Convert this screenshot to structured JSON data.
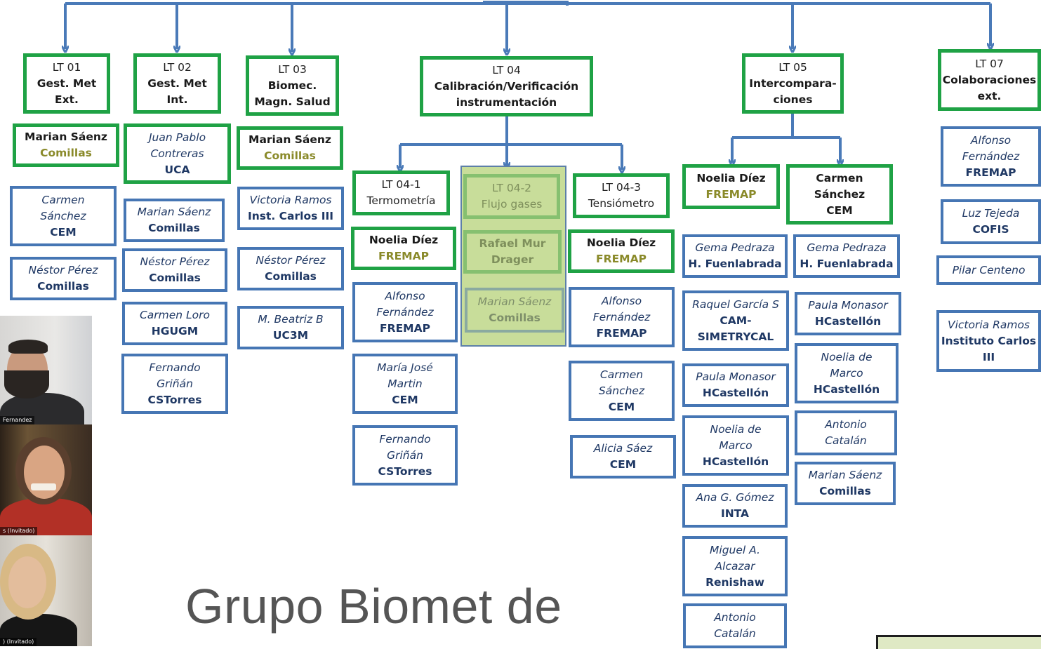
{
  "footer_title": "Grupo Biomet de",
  "colors": {
    "green": "#1fa245",
    "blue": "#4676b4",
    "arrow": "#4a7ab8",
    "faded": "#c8dd9a"
  },
  "units": {
    "lt01": {
      "code": "LT 01",
      "line1": "Gest. Met",
      "line2": "Ext."
    },
    "lt02": {
      "code": "LT 02",
      "line1": "Gest. Met",
      "line2": "Int."
    },
    "lt03": {
      "code": "LT 03",
      "line1": "Biomec.",
      "line2": "Magn. Salud"
    },
    "lt04": {
      "code": "LT 04",
      "line1": "Calibración/Verificación",
      "line2": "instrumentación"
    },
    "lt05": {
      "code": "LT 05",
      "line1": "Intercompara-",
      "line2": "ciones"
    },
    "lt07": {
      "code": "LT 07",
      "line1": "Colaboraciones",
      "line2": "ext."
    },
    "lt041": {
      "code": "LT 04-1",
      "line1": "Termometría"
    },
    "lt042": {
      "code": "LT 04-2",
      "line1": "Flujo gases"
    },
    "lt043": {
      "code": "LT 04-3",
      "line1": "Tensiómetro"
    }
  },
  "people": {
    "lt01_lead": {
      "name": "Marian Sáenz",
      "org": "Comillas"
    },
    "lt01_m1": {
      "l1": "Carmen",
      "l2": "Sánchez",
      "org": "CEM"
    },
    "lt01_m2": {
      "l1": "Néstor Pérez",
      "org": "Comillas"
    },
    "lt02_lead": {
      "l1": "Juan Pablo",
      "l2": "Contreras",
      "org": "UCA"
    },
    "lt02_m1": {
      "l1": "Marian Sáenz",
      "org": "Comillas"
    },
    "lt02_m2": {
      "l1": "Néstor Pérez",
      "org": "Comillas"
    },
    "lt02_m3": {
      "l1": "Carmen Loro",
      "org": "HGUGM"
    },
    "lt02_m4": {
      "l1": "Fernando",
      "l2": "Griñán",
      "org": "CSTorres"
    },
    "lt03_lead": {
      "name": "Marian Sáenz",
      "org": "Comillas"
    },
    "lt03_m1": {
      "l1": "Victoria Ramos",
      "org": "Inst. Carlos III"
    },
    "lt03_m2": {
      "l1": "Néstor Pérez",
      "org": "Comillas"
    },
    "lt03_m3": {
      "l1": "M. Beatriz B",
      "org": "UC3M"
    },
    "lt041_lead": {
      "name": "Noelia Díez",
      "org": "FREMAP"
    },
    "lt041_m1": {
      "l1": "Alfonso",
      "l2": "Fernández",
      "org": "FREMAP"
    },
    "lt041_m2": {
      "l1": "María José",
      "l2": "Martin",
      "org": "CEM"
    },
    "lt041_m3": {
      "l1": "Fernando",
      "l2": "Griñán",
      "org": "CSTorres"
    },
    "lt042_lead": {
      "name": "Rafael Mur",
      "org": "Drager"
    },
    "lt042_m1": {
      "l1": "Marian Sáenz",
      "org": "Comillas"
    },
    "lt043_lead": {
      "name": "Noelia Díez",
      "org": "FREMAP"
    },
    "lt043_m1": {
      "l1": "Alfonso",
      "l2": "Fernández",
      "org": "FREMAP"
    },
    "lt043_m2": {
      "l1": "Carmen",
      "l2": "Sánchez",
      "org": "CEM"
    },
    "lt043_m3": {
      "l1": "Alicia Sáez",
      "org": "CEM"
    },
    "lt05_lead_a": {
      "name": "Noelia Díez",
      "org": "FREMAP"
    },
    "lt05_lead_b": {
      "name": "Carmen",
      "name2": "Sánchez",
      "org": "CEM"
    },
    "lt05a_m1": {
      "l1": "Gema Pedraza",
      "org": "H. Fuenlabrada"
    },
    "lt05a_m2": {
      "l1": "Raquel García S",
      "org": "CAM-",
      "org2": "SIMETRYCAL"
    },
    "lt05a_m3": {
      "l1": "Paula Monasor",
      "org": "HCastellón"
    },
    "lt05a_m4": {
      "l1": "Noelia de",
      "l2": "Marco",
      "org": "HCastellón"
    },
    "lt05a_m5": {
      "l1": "Ana G. Gómez",
      "org": "INTA"
    },
    "lt05a_m6": {
      "l1": "Miguel A.",
      "l2": "Alcazar",
      "org": "Renishaw"
    },
    "lt05a_m7": {
      "l1": "Antonio",
      "l2": "Catalán"
    },
    "lt05b_m1": {
      "l1": "Gema Pedraza",
      "org": "H. Fuenlabrada"
    },
    "lt05b_m2": {
      "l1": "Paula Monasor",
      "org": "HCastellón"
    },
    "lt05b_m3": {
      "l1": "Noelia de",
      "l2": "Marco",
      "org": "HCastellón"
    },
    "lt05b_m4": {
      "l1": "Antonio",
      "l2": "Catalán"
    },
    "lt05b_m5": {
      "l1": "Marian Sáenz",
      "org": "Comillas"
    },
    "lt07_m1": {
      "l1": "Alfonso",
      "l2": "Fernández",
      "org": "FREMAP"
    },
    "lt07_m2": {
      "l1": "Luz Tejeda",
      "org": "COFIS"
    },
    "lt07_m3": {
      "l1": "Pilar Centeno"
    },
    "lt07_m4": {
      "l1": "Victoria Ramos",
      "org": "Instituto Carlos",
      "org2": "III"
    }
  },
  "video_tiles": [
    {
      "caption": "Fernandez"
    },
    {
      "caption": "s (Invitado)"
    },
    {
      "caption": ") (Invitado)"
    }
  ]
}
